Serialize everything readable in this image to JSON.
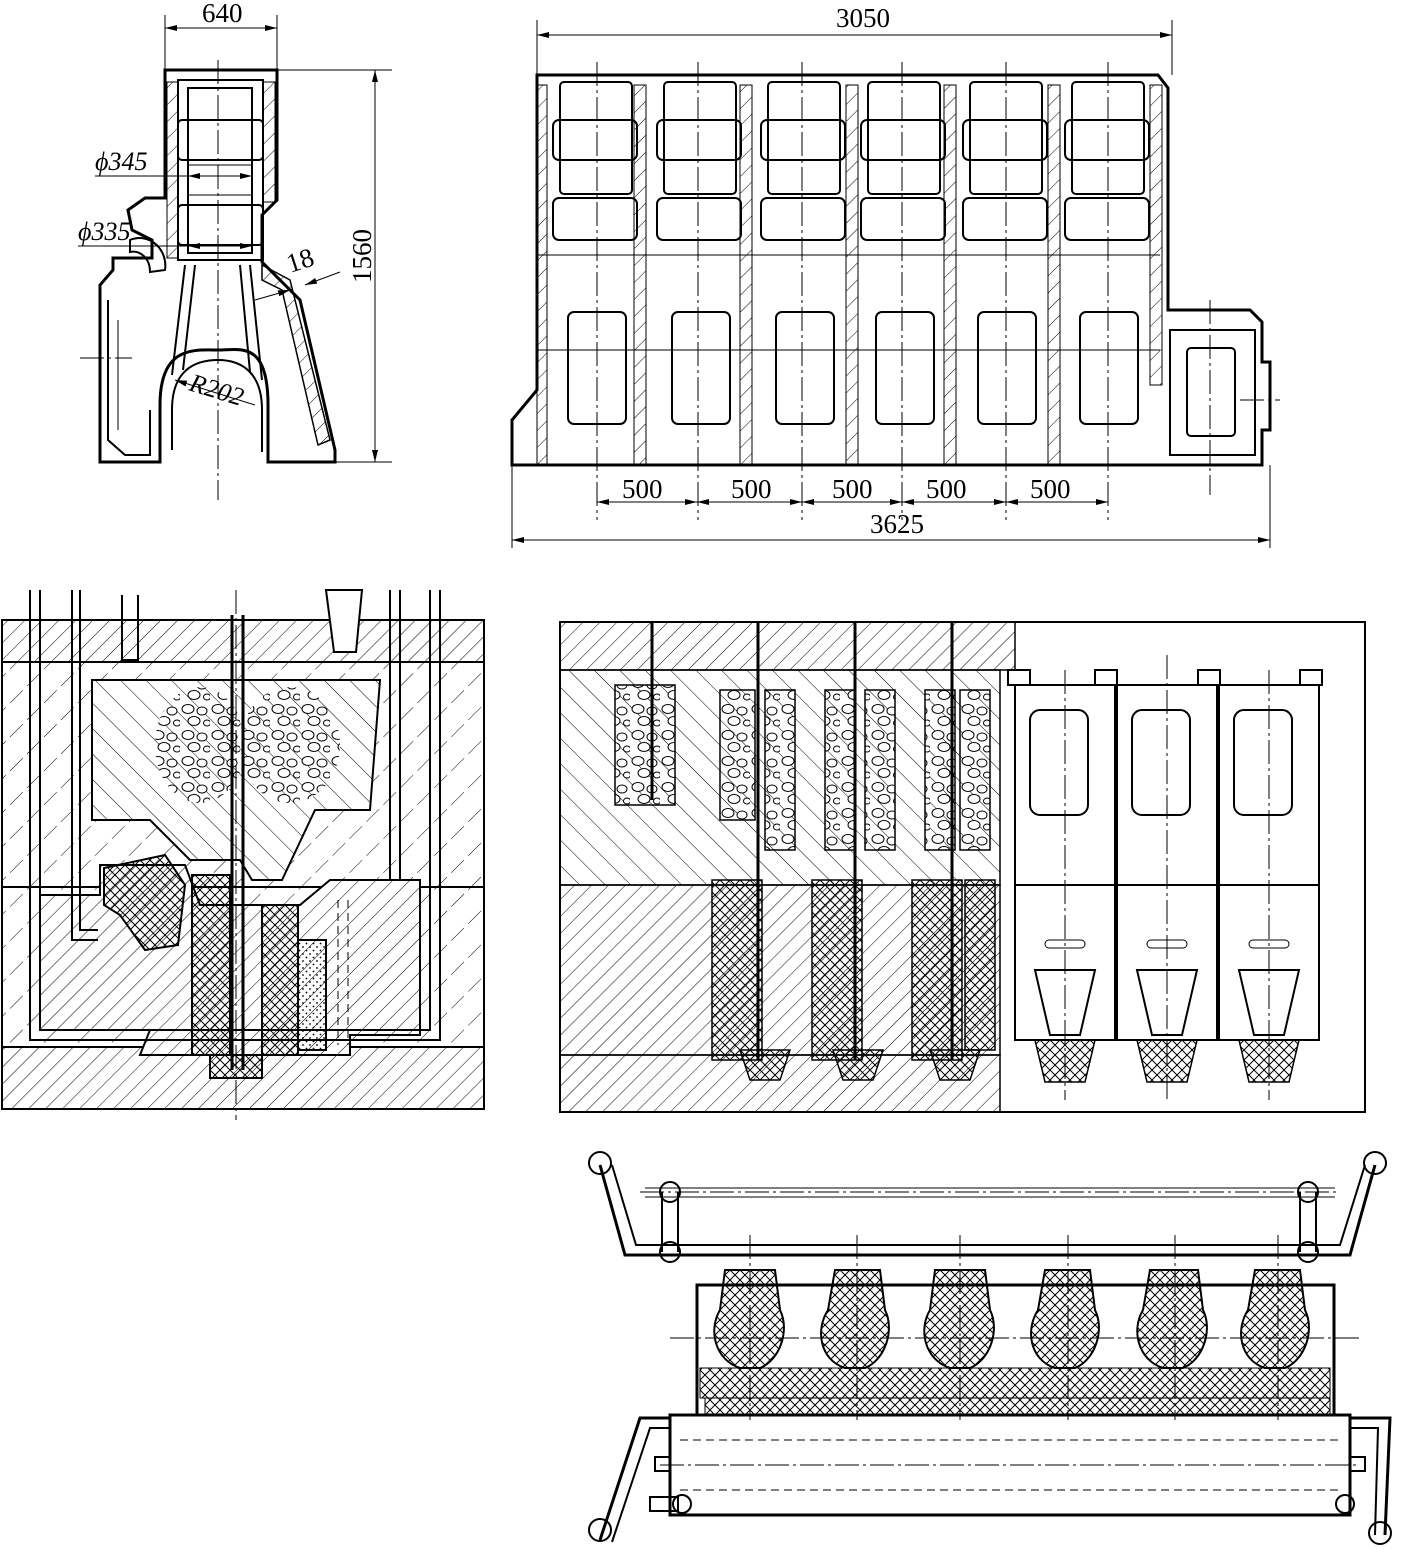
{
  "dimensions": {
    "width_640": "640",
    "height_1560": "1560",
    "dia_345": "ϕ345",
    "dia_335": "ϕ335",
    "rib_18": "18",
    "radius_202": "R202",
    "length_3050": "3050",
    "length_3625": "3625",
    "pitch": [
      "500",
      "500",
      "500",
      "500",
      "500"
    ]
  },
  "colors": {
    "line": "#000000",
    "background": "#ffffff"
  }
}
